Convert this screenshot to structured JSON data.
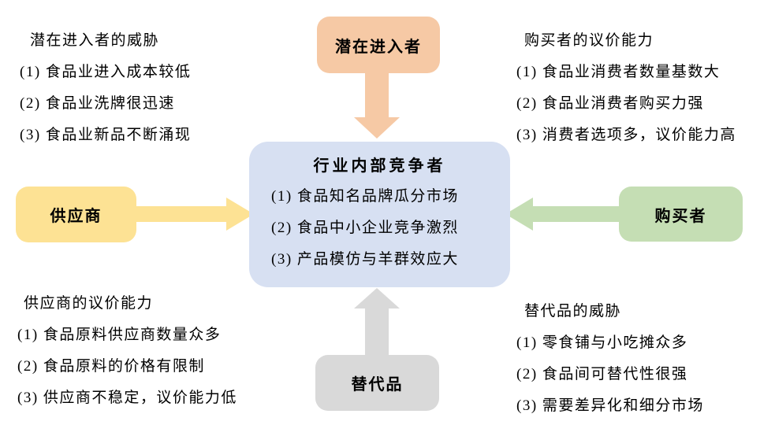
{
  "diagram": {
    "colors": {
      "top_box": "#f6c9a5",
      "left_box": "#fde294",
      "right_box": "#c5deb4",
      "bottom_box": "#d9d9d9",
      "center_box": "#d7e0f2"
    },
    "top_box": {
      "label": "潜在进入者"
    },
    "left_box": {
      "label": "供应商"
    },
    "right_box": {
      "label": "购买者"
    },
    "bottom_box": {
      "label": "替代品"
    },
    "center": {
      "title": "行业内部竞争者",
      "items": [
        "(1) 食品知名品牌瓜分市场",
        "(2) 食品中小企业竞争激烈",
        "(3) 产品模仿与羊群效应大"
      ]
    },
    "top_left_block": {
      "heading": "潜在进入者的威胁",
      "items": [
        "(1) 食品业进入成本较低",
        "(2) 食品业洗牌很迅速",
        "(3) 食品业新品不断涌现"
      ]
    },
    "top_right_block": {
      "heading": "购买者的议价能力",
      "items": [
        "(1) 食品业消费者数量基数大",
        "(2) 食品业消费者购买力强",
        "(3) 消费者选项多，议价能力高"
      ]
    },
    "bottom_left_block": {
      "heading": "供应商的议价能力",
      "items": [
        "(1) 食品原料供应商数量众多",
        "(2) 食品原料的价格有限制",
        "(3) 供应商不稳定，议价能力低"
      ]
    },
    "bottom_right_block": {
      "heading": "替代品的威胁",
      "items": [
        "(1) 零食铺与小吃摊众多",
        "(2) 食品间可替代性很强",
        "(3) 需要差异化和细分市场"
      ]
    }
  }
}
